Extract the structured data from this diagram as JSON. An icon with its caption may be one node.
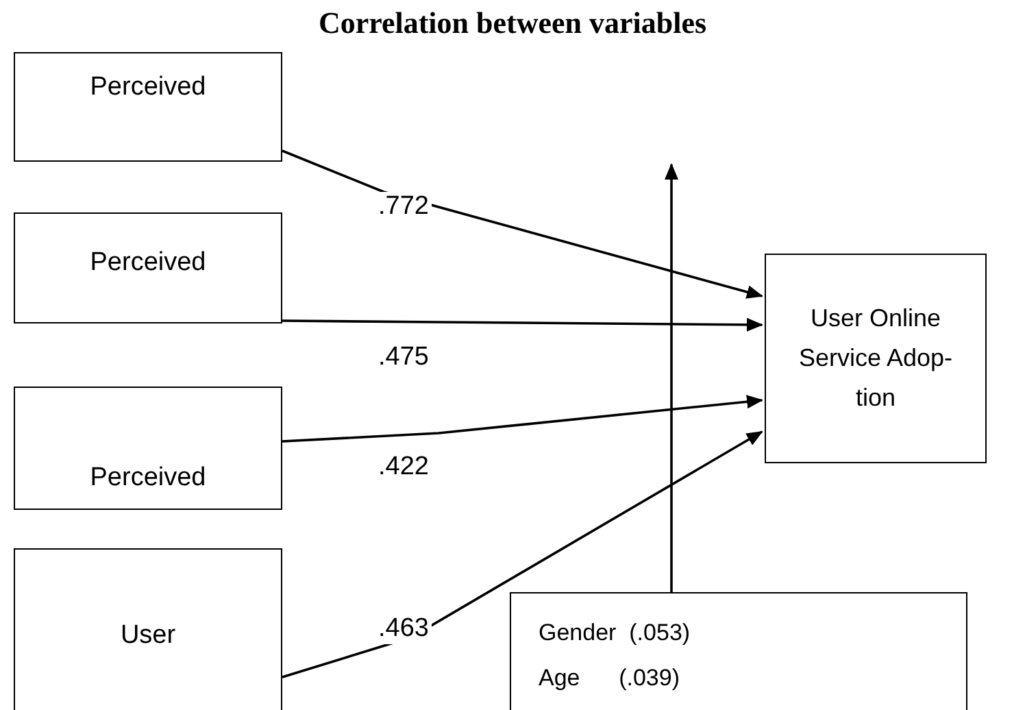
{
  "diagram": {
    "title": "Correlation between variables",
    "nodes": [
      {
        "text": [
          "Perceived"
        ]
      },
      {
        "text": [
          "Perceived"
        ]
      },
      {
        "text": [
          "Perceived"
        ]
      },
      {
        "text": [
          "User"
        ]
      },
      {
        "text": [
          "User Online Service Adop- tion"
        ]
      },
      {
        "text": [
          "Gender  (.053)",
          "Age      (.039)"
        ]
      }
    ],
    "edges": [
      {
        "from": 0,
        "to": 4,
        "arrow": "to",
        "label": ".772"
      },
      {
        "from": 1,
        "to": 4,
        "arrow": "to",
        "label": ".475"
      },
      {
        "from": 2,
        "to": 4,
        "arrow": "to",
        "label": ".422"
      },
      {
        "from": 3,
        "to": 4,
        "arrow": "to",
        "label": ".463"
      },
      {
        "from": 5,
        "to": null,
        "arrow": "to"
      }
    ]
  }
}
